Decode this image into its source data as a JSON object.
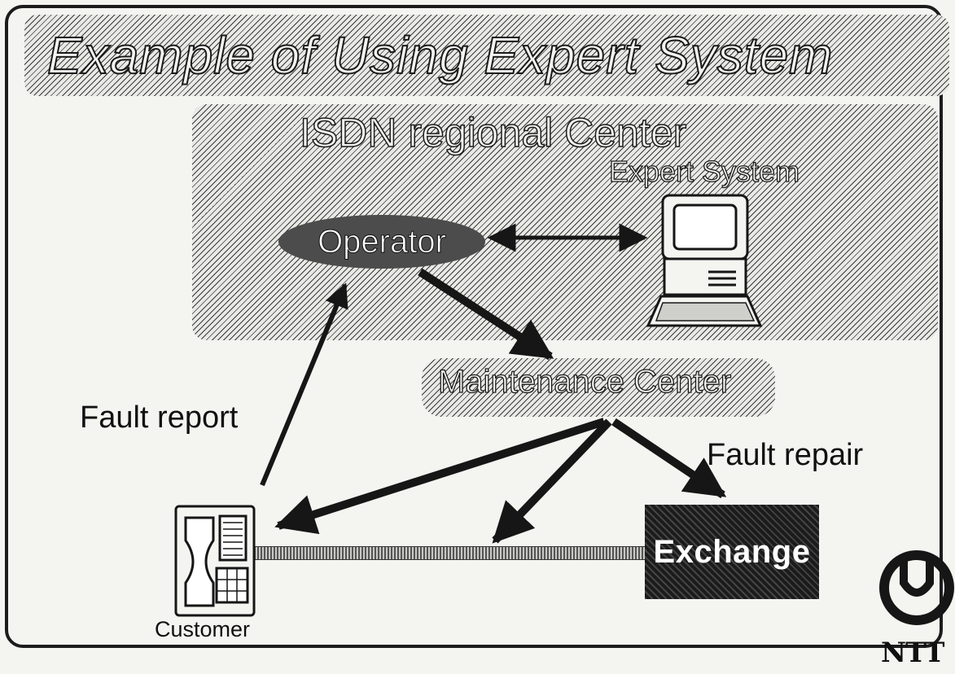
{
  "title": "Example of Using Expert System",
  "regional_center": {
    "label": "ISDN  regional Center",
    "expert_system_label": "Expert System",
    "operator_label": "Operator"
  },
  "maintenance_center_label": "Maintenance Center",
  "fault_report_label": "Fault report",
  "fault_repair_label": "Fault repair",
  "customer_label": "Customer",
  "exchange_label": "Exchange",
  "logo_text": "NTT",
  "icons": [
    "computer-icon",
    "telephone-icon",
    "ntt-logo-icon"
  ]
}
